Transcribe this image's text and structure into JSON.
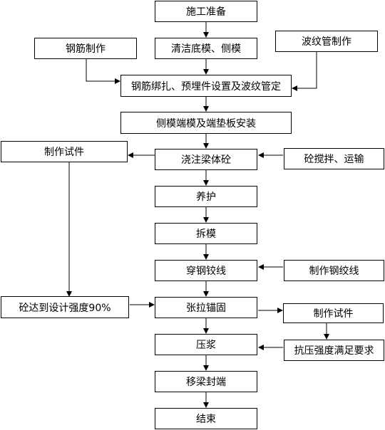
{
  "nodes": {
    "n1": "施工准备",
    "n2": "清洁底模、侧模",
    "n3": "钢筋制作",
    "n4": "波纹管制作",
    "n5": "钢筋绑扎、预埋件设置及波纹管定",
    "n6": "侧模端模及端垫板安装",
    "n7": "制作试件",
    "n8": "浇注梁体砼",
    "n9": "砼搅拌、运输",
    "n10": "养护",
    "n11": "拆模",
    "n12": "穿钢铰线",
    "n13": "制作钢绞线",
    "n14": "砼达到设计强度90%",
    "n15": "张拉锚固",
    "n16": "制作试件",
    "n17": "压浆",
    "n18": "抗压强度满足要求",
    "n19": "移梁封端",
    "n20": "结束"
  }
}
